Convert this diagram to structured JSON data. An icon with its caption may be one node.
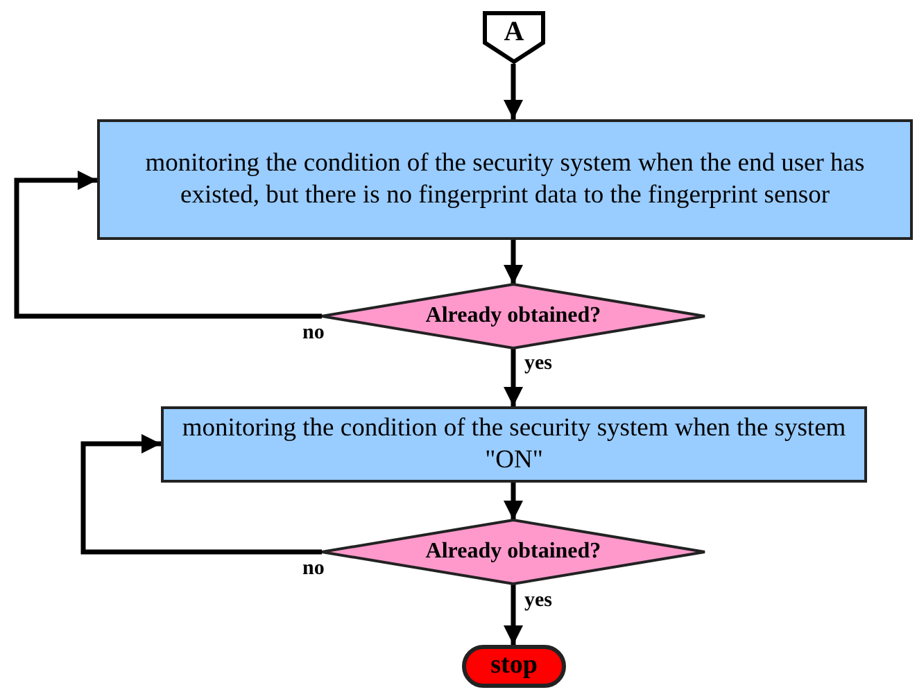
{
  "diagram": {
    "nodes": [
      {
        "text": [
          "A"
        ]
      },
      {
        "text": [
          "monitoring the condition of the security system when the end user has existed, but there is no fingerprint data to the fingerprint sensor"
        ]
      },
      {
        "text": [
          "Already obtained?"
        ]
      },
      {
        "text": [
          "monitoring the condition of the security system when the system \"ON\""
        ]
      },
      {
        "text": [
          "Already obtained?"
        ]
      },
      {
        "text": [
          "stop"
        ]
      }
    ],
    "edges": [
      {
        "from": 0,
        "to": 1,
        "arrow": "to"
      },
      {
        "from": 1,
        "to": 2,
        "arrow": "to"
      },
      {
        "from": 2,
        "to": 1,
        "arrow": "to",
        "label": "no"
      },
      {
        "from": 2,
        "to": 3,
        "arrow": "to",
        "label": "yes"
      },
      {
        "from": 3,
        "to": 4,
        "arrow": "to"
      },
      {
        "from": 4,
        "to": 3,
        "arrow": "to",
        "label": "no"
      },
      {
        "from": 4,
        "to": 5,
        "arrow": "to",
        "label": "yes"
      }
    ]
  }
}
